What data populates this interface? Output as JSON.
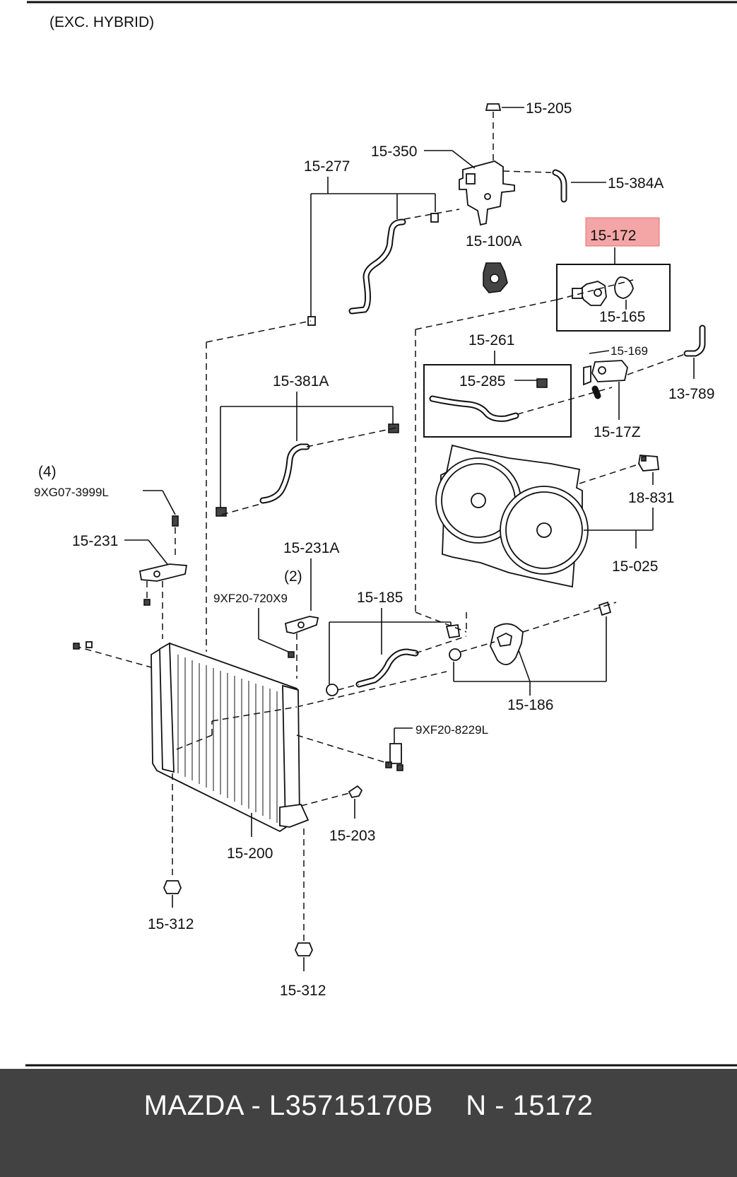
{
  "diagram": {
    "variant": "(EXC. HYBRID)",
    "highlight_color": "#f4a6a6",
    "labels": {
      "l15_205": "15-205",
      "l15_350": "15-350",
      "l15_384A": "15-384A",
      "l15_277": "15-277",
      "l15_100A": "15-100A",
      "l15_172": "15-172",
      "l15_165": "15-165",
      "l15_261": "15-261",
      "l15_169": "15-169",
      "l13_789": "13-789",
      "l15_285": "15-285",
      "l15_17Z": "15-17Z",
      "l15_381A": "15-381A",
      "l4": "(4)",
      "l9XG07": "9XG07-3999L",
      "l18_831": "18-831",
      "l15_231": "15-231",
      "l15_231A": "15-231A",
      "l2": "(2)",
      "l9XF20_720": "9XF20-720X9",
      "l15_185": "15-185",
      "l15_025": "15-025",
      "l15_186": "15-186",
      "l9XF20_8229": "9XF20-8229L",
      "l15_203": "15-203",
      "l15_200": "15-200",
      "l15_312a": "15-312",
      "l15_312b": "15-312"
    }
  },
  "footer": {
    "caption": "MAZDA - L35715170B    N - 15172"
  }
}
